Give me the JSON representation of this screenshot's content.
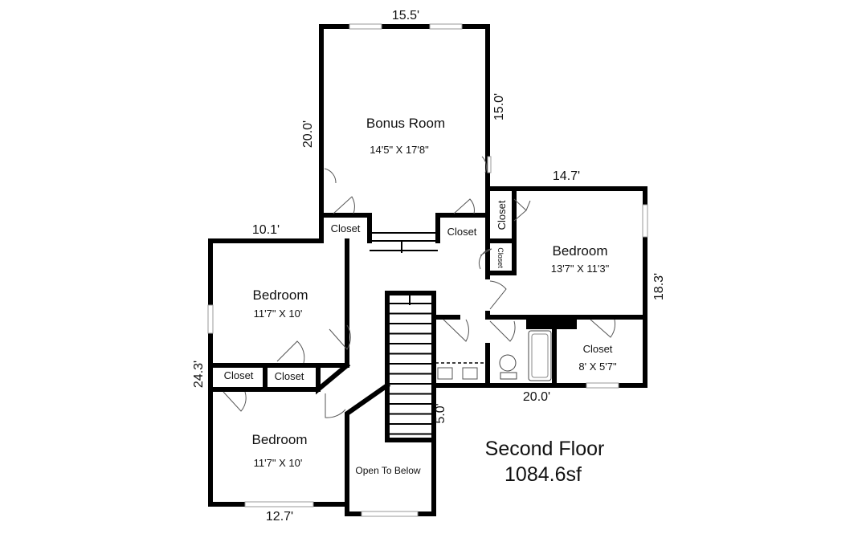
{
  "title": {
    "floor": "Second Floor",
    "area": "1084.6sf"
  },
  "rooms": {
    "bonus": {
      "name": "Bonus Room",
      "size": "14'5\" X 17'8\""
    },
    "bedroom_right": {
      "name": "Bedroom",
      "size": "13'7\" X 11'3\""
    },
    "bedroom_left": {
      "name": "Bedroom",
      "size": "11'7\" X 10'"
    },
    "bedroom_bottom": {
      "name": "Bedroom",
      "size": "11'7\" X 10'"
    },
    "closet_large": {
      "name": "Closet",
      "size": "8' X 5'7\""
    },
    "open_below": {
      "name": "Open To Below"
    },
    "closet_label": "Closet"
  },
  "dimensions": {
    "bonus_top": "15.5'",
    "bonus_left": "20.0'",
    "bonus_right": "15.0'",
    "right_top": "14.7'",
    "right_side": "18.3'",
    "left_top": "10.1'",
    "left_side": "24.3'",
    "bottom": "12.7'",
    "bath_bottom": "20.0'",
    "stair_side": "5.0'"
  }
}
